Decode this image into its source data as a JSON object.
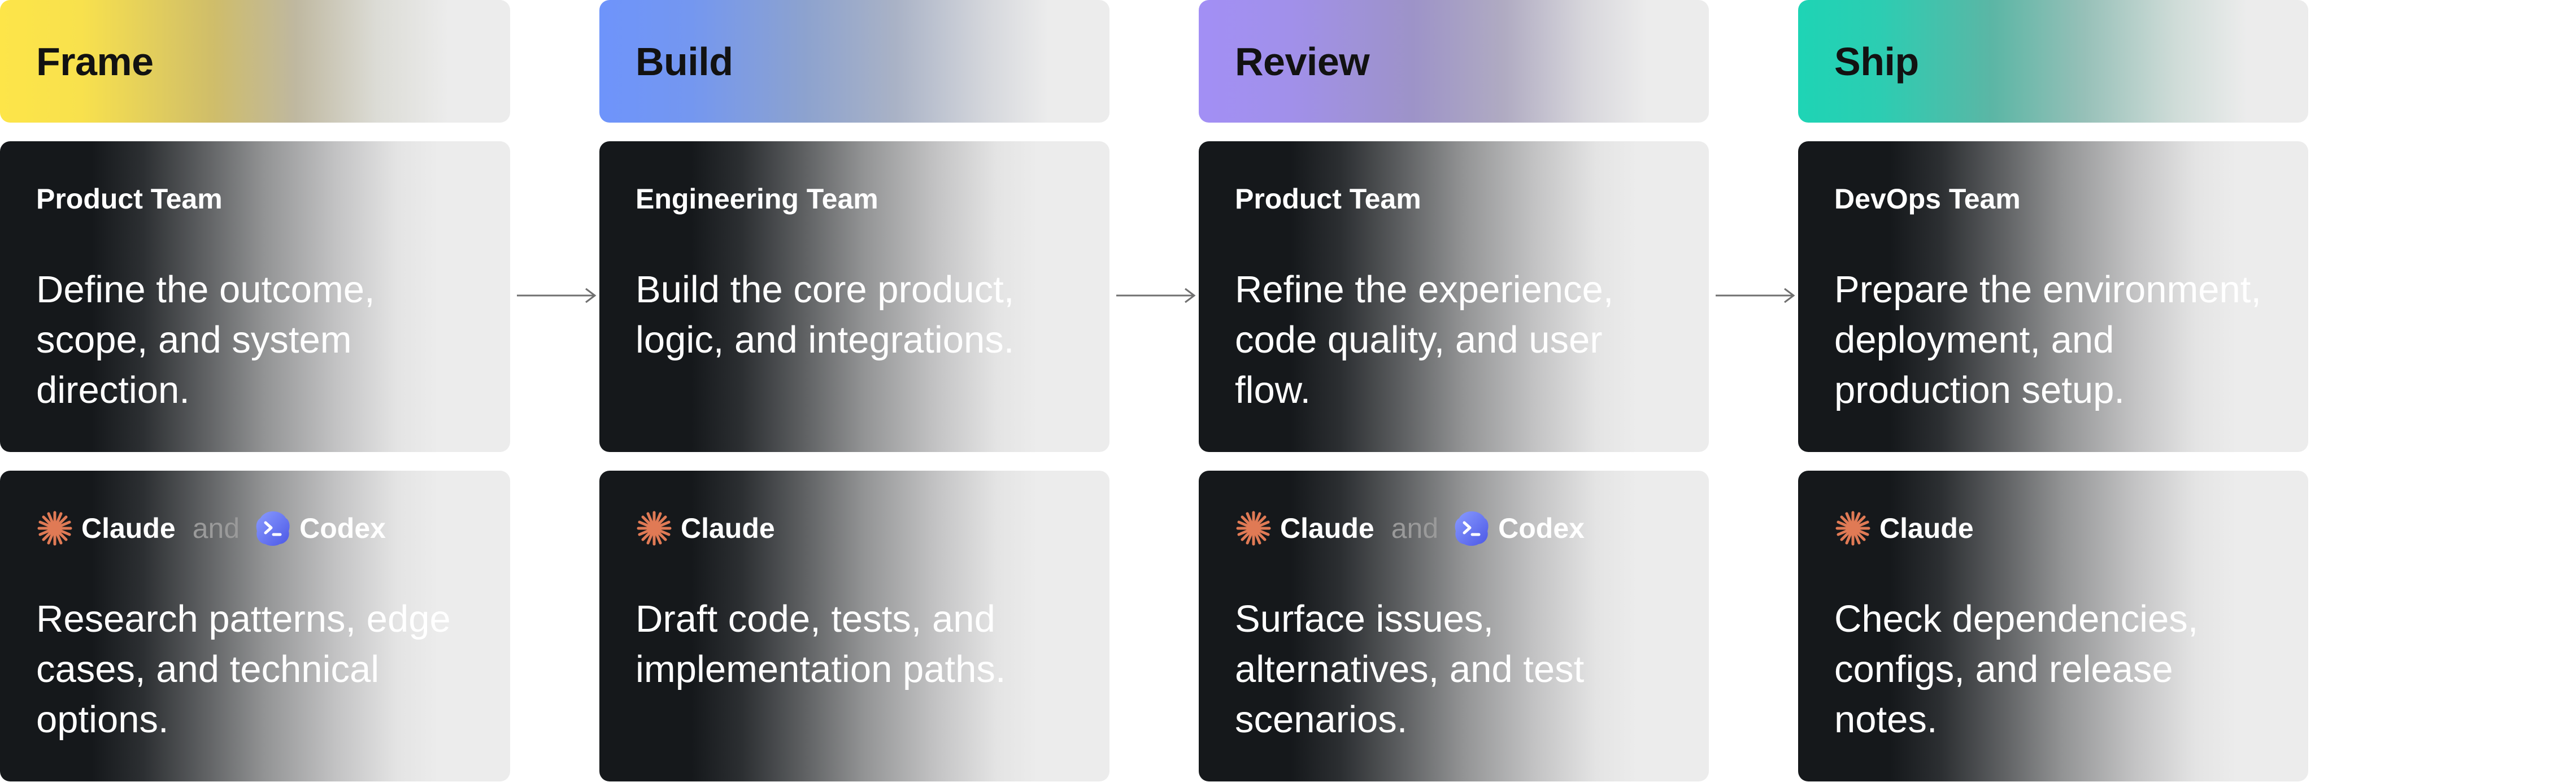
{
  "colors": {
    "frame_accent": "#fde549",
    "build_accent": "#6e94fb",
    "review_accent": "#a28ff5",
    "ship_accent": "#1ed4b5",
    "card_dark": "#15181b",
    "card_light": "#ececec",
    "claude_icon": "#e07a55",
    "codex_icon": "#5f6ff0",
    "and_text": "#9a9a9a",
    "arrow": "#707070"
  },
  "icons": {
    "claude": "claude-starburst-icon",
    "codex": "codex-terminal-icon",
    "arrow": "arrow-right-icon"
  },
  "stages": [
    {
      "title": "Frame",
      "team": "Product Team",
      "team_text": "Define the outcome, scope, and system direction.",
      "agents": [
        "Claude",
        "Codex"
      ],
      "and_word": "and",
      "agent_text": "Research patterns, edge cases, and technical options."
    },
    {
      "title": "Build",
      "team": "Engineering Team",
      "team_text": "Build the core product, logic, and integrations.",
      "agents": [
        "Claude"
      ],
      "agent_text": "Draft code, tests, and implementation paths."
    },
    {
      "title": "Review",
      "team": "Product Team",
      "team_text": "Refine the experience, code quality, and user flow.",
      "agents": [
        "Claude",
        "Codex"
      ],
      "and_word": "and",
      "agent_text": "Surface issues, alternatives, and test scenarios."
    },
    {
      "title": "Ship",
      "team": "DevOps Team",
      "team_text": "Prepare the environment, deployment, and production setup.",
      "agents": [
        "Claude"
      ],
      "agent_text": "Check dependencies, configs, and release notes."
    }
  ]
}
